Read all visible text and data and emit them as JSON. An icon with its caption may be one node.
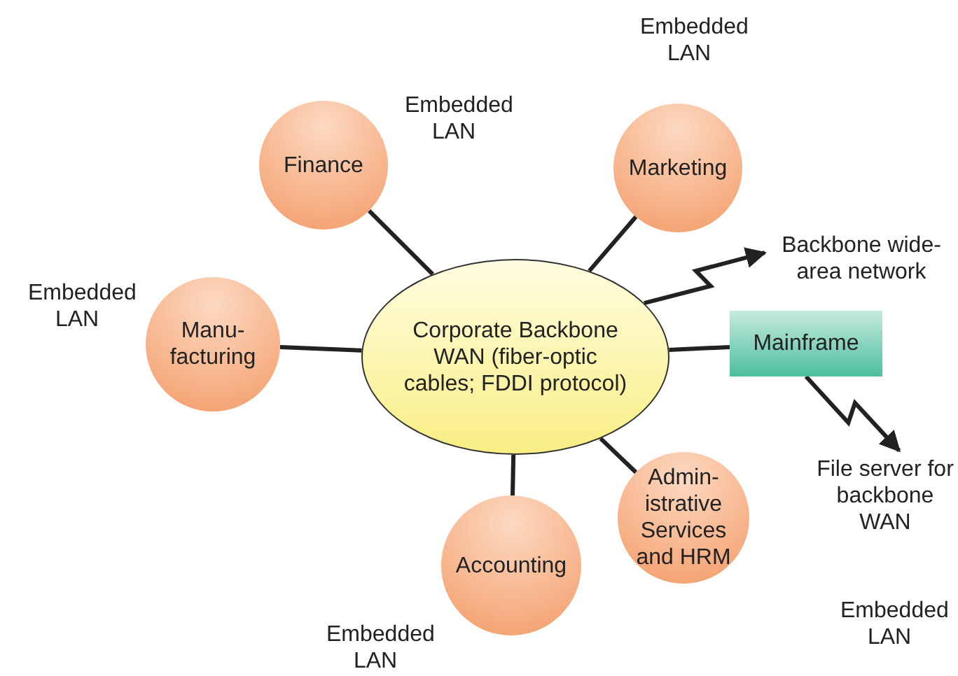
{
  "diagram": {
    "nodes": [
      {
        "text": [
          "Corporate Backbone WAN (fiber-optic cables; FDDI protocol)"
        ]
      },
      {
        "text": [
          "Finance"
        ],
        "beside": [
          "Embedded LAN"
        ]
      },
      {
        "text": [
          "Marketing"
        ],
        "beside": [
          "Embedded LAN"
        ]
      },
      {
        "text": [
          "Manu- facturing"
        ],
        "beside": [
          "Embedded LAN"
        ]
      },
      {
        "text": [
          "Mainframe"
        ]
      },
      {
        "text": [
          "Accounting"
        ],
        "beside": [
          "Embedded LAN"
        ]
      },
      {
        "text": [
          "Admin- istrative Services and HRM"
        ]
      },
      {
        "text": [
          "Backbone wide- area network"
        ]
      },
      {
        "text": [
          "File server for backbone WAN"
        ]
      }
    ],
    "edges": [
      {
        "from": 0,
        "to": 1,
        "arrow": "none"
      },
      {
        "from": 0,
        "to": 2,
        "arrow": "none"
      },
      {
        "from": 0,
        "to": 3,
        "arrow": "none"
      },
      {
        "from": 0,
        "to": 4,
        "arrow": "none"
      },
      {
        "from": 0,
        "to": 5,
        "arrow": "none"
      },
      {
        "from": 0,
        "to": 6,
        "arrow": "none"
      },
      {
        "from": 0,
        "to": 7,
        "arrow": "to"
      },
      {
        "from": 4,
        "to": 8,
        "arrow": "to"
      }
    ],
    "labels": [
      "Embedded LAN"
    ]
  }
}
